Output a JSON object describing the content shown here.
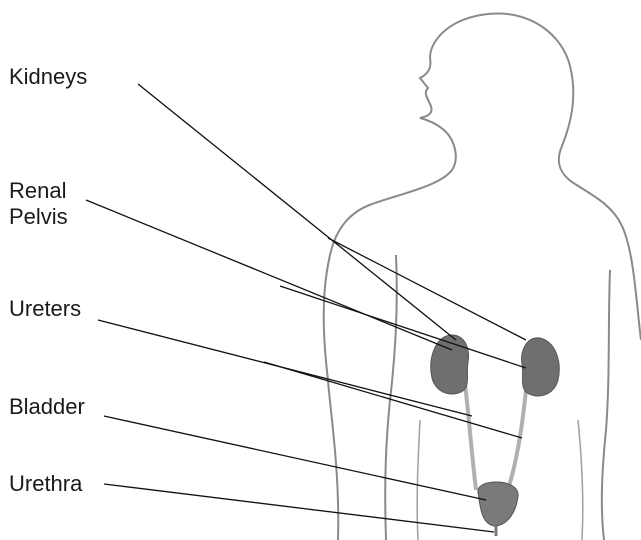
{
  "labels": {
    "kidneys": "Kidneys",
    "renal_line1": "Renal",
    "renal_line2": "Pelvis",
    "ureters": "Ureters",
    "bladder": "Bladder",
    "urethra": "Urethra"
  },
  "colors": {
    "outline": "#8a8a8a",
    "leader": "#111111",
    "kidney_fill": "#6f6f6f",
    "bladder_fill": "#7a7a7a",
    "ureter": "#b0b0b0"
  }
}
